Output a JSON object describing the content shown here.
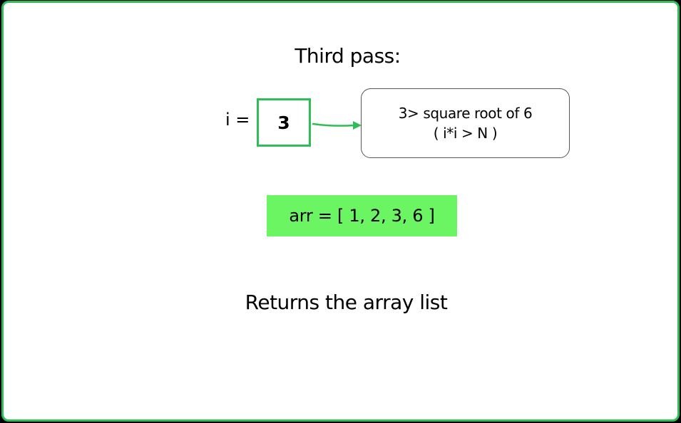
{
  "title": "Third pass:",
  "i_label": "i =",
  "i_value": "3",
  "condition": {
    "line1": "3> square root of 6",
    "line2": "( i*i > N )"
  },
  "array_text": "arr = [ 1, 2, 3, 6 ]",
  "footer": "Returns the array list",
  "colors": {
    "border_green": "#2fbd55",
    "array_highlight": "#6cf562",
    "background": "#ffffff"
  }
}
